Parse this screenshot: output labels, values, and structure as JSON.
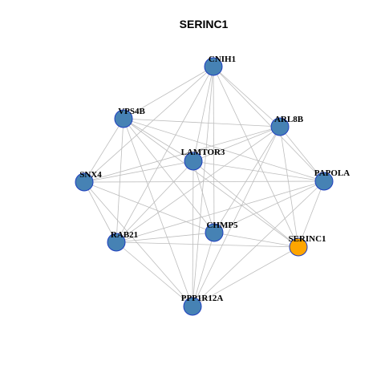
{
  "title": "SERINC1",
  "colors": {
    "node_default": "#4682b4",
    "node_highlight": "#ffa500",
    "edge": "#bdbdbd",
    "node_border": "#1f3fbf"
  },
  "nodes": [
    {
      "id": "CNIH1",
      "label": "CNIH1",
      "highlight": false
    },
    {
      "id": "VPS4B",
      "label": "VPS4B",
      "highlight": false
    },
    {
      "id": "ARL8B",
      "label": "ARL8B",
      "highlight": false
    },
    {
      "id": "LAMTOR3",
      "label": "LAMTOR3",
      "highlight": false
    },
    {
      "id": "SNX4",
      "label": "SNX4",
      "highlight": false
    },
    {
      "id": "PAPOLA",
      "label": "PAPOLA",
      "highlight": false
    },
    {
      "id": "CHMP5",
      "label": "CHMP5",
      "highlight": false
    },
    {
      "id": "RAB21",
      "label": "RAB21",
      "highlight": false
    },
    {
      "id": "SERINC1",
      "label": "SERINC1",
      "highlight": true
    },
    {
      "id": "PPP1R12A",
      "label": "PPP1R12A",
      "highlight": false
    }
  ],
  "edges": [
    [
      "CNIH1",
      "VPS4B"
    ],
    [
      "CNIH1",
      "ARL8B"
    ],
    [
      "CNIH1",
      "LAMTOR3"
    ],
    [
      "CNIH1",
      "SNX4"
    ],
    [
      "CNIH1",
      "CHMP5"
    ],
    [
      "CNIH1",
      "RAB21"
    ],
    [
      "CNIH1",
      "SERINC1"
    ],
    [
      "CNIH1",
      "PPP1R12A"
    ],
    [
      "CNIH1",
      "PAPOLA"
    ],
    [
      "VPS4B",
      "ARL8B"
    ],
    [
      "VPS4B",
      "LAMTOR3"
    ],
    [
      "VPS4B",
      "SNX4"
    ],
    [
      "VPS4B",
      "PAPOLA"
    ],
    [
      "VPS4B",
      "CHMP5"
    ],
    [
      "VPS4B",
      "RAB21"
    ],
    [
      "VPS4B",
      "SERINC1"
    ],
    [
      "VPS4B",
      "PPP1R12A"
    ],
    [
      "ARL8B",
      "LAMTOR3"
    ],
    [
      "ARL8B",
      "SNX4"
    ],
    [
      "ARL8B",
      "PAPOLA"
    ],
    [
      "ARL8B",
      "CHMP5"
    ],
    [
      "ARL8B",
      "RAB21"
    ],
    [
      "ARL8B",
      "SERINC1"
    ],
    [
      "ARL8B",
      "PPP1R12A"
    ],
    [
      "LAMTOR3",
      "SNX4"
    ],
    [
      "LAMTOR3",
      "PAPOLA"
    ],
    [
      "LAMTOR3",
      "CHMP5"
    ],
    [
      "LAMTOR3",
      "RAB21"
    ],
    [
      "LAMTOR3",
      "SERINC1"
    ],
    [
      "LAMTOR3",
      "PPP1R12A"
    ],
    [
      "SNX4",
      "PAPOLA"
    ],
    [
      "SNX4",
      "CHMP5"
    ],
    [
      "SNX4",
      "RAB21"
    ],
    [
      "SNX4",
      "PPP1R12A"
    ],
    [
      "PAPOLA",
      "CHMP5"
    ],
    [
      "PAPOLA",
      "RAB21"
    ],
    [
      "PAPOLA",
      "SERINC1"
    ],
    [
      "PAPOLA",
      "PPP1R12A"
    ],
    [
      "CHMP5",
      "RAB21"
    ],
    [
      "CHMP5",
      "SERINC1"
    ],
    [
      "CHMP5",
      "PPP1R12A"
    ],
    [
      "RAB21",
      "SERINC1"
    ],
    [
      "RAB21",
      "PPP1R12A"
    ],
    [
      "SERINC1",
      "PPP1R12A"
    ]
  ]
}
